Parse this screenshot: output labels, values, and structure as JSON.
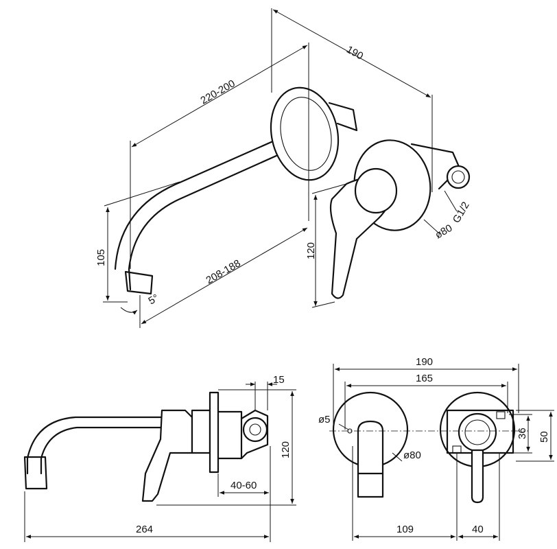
{
  "iso_view": {
    "spout_length": "220-200",
    "overall_depth": "190",
    "projection": "208-188",
    "spout_height": "105",
    "angle": "5°",
    "handle_height": "120",
    "plate_diameter": "ø80",
    "thread": "G1/2"
  },
  "side_view": {
    "plate_offset": "15",
    "height": "120",
    "adjust": "40-60",
    "length": "264"
  },
  "front_view": {
    "width_total": "190",
    "width_centers": "165",
    "hole": "ø5",
    "plate_diameter": "ø80",
    "dim_36": "36",
    "dim_50": "50",
    "dim_109": "109",
    "dim_40": "40"
  }
}
